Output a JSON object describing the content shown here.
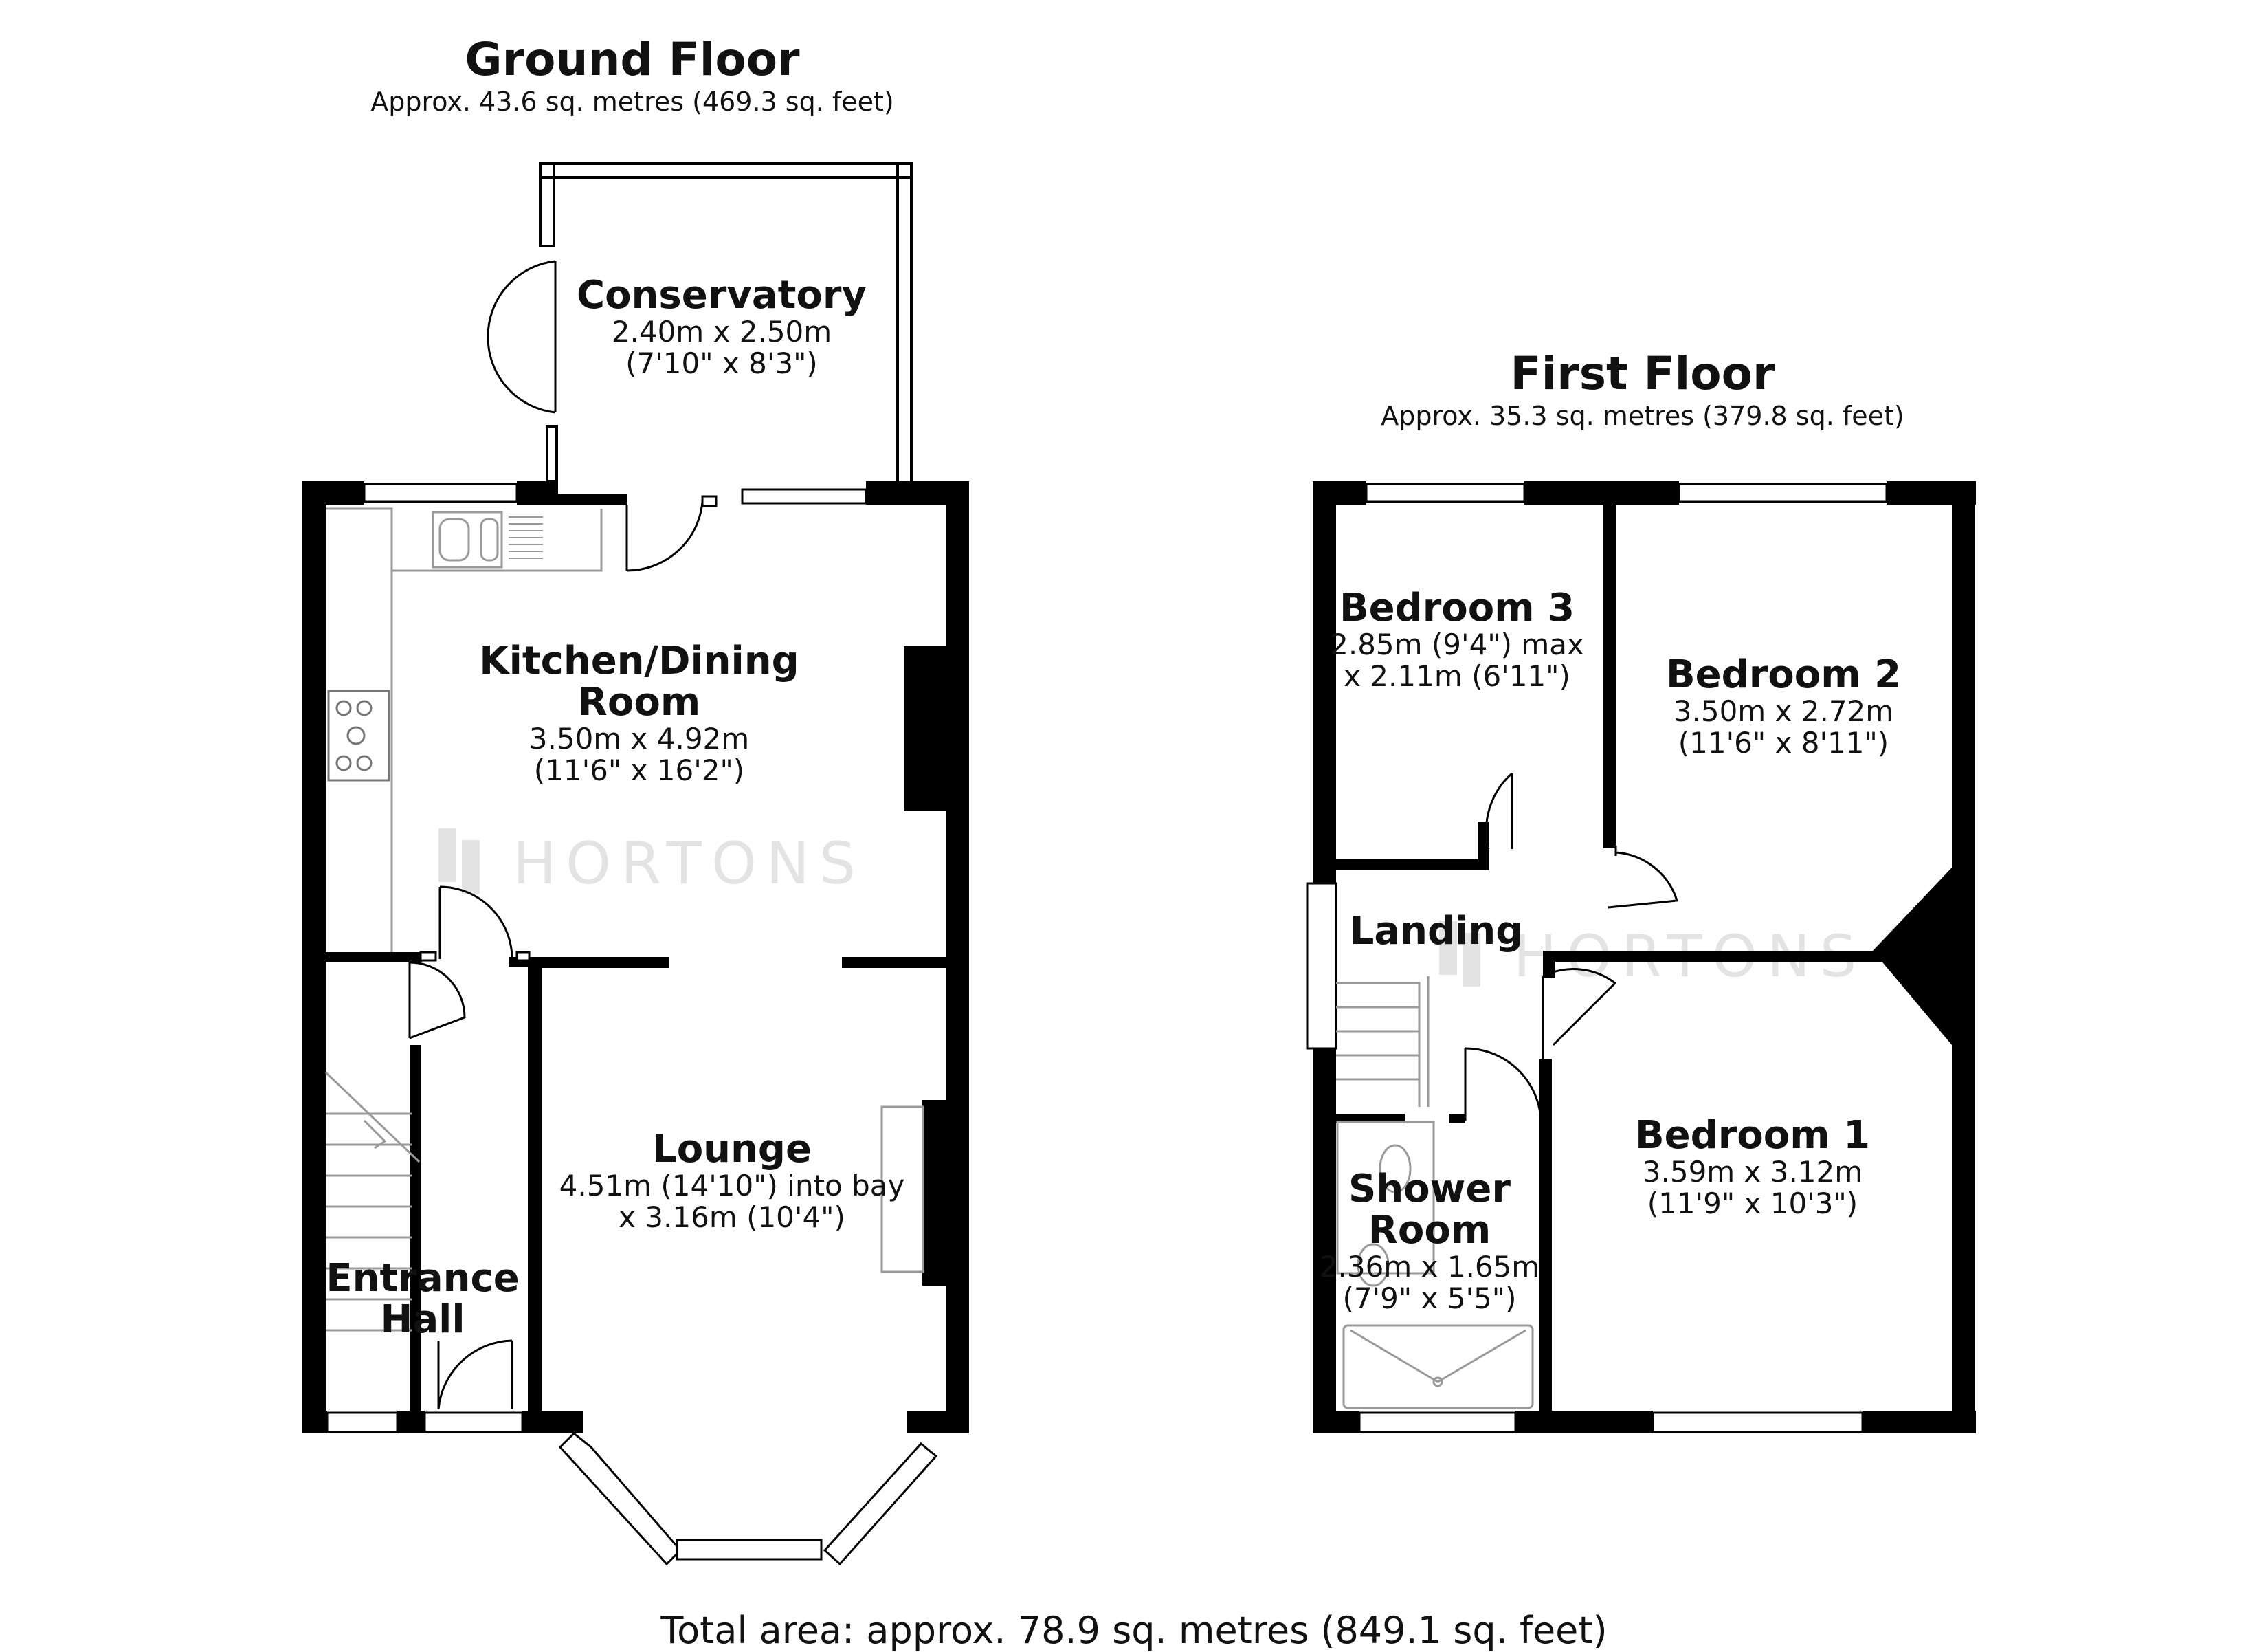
{
  "ground_floor": {
    "title": "Ground Floor",
    "area": "Approx. 43.6 sq. metres (469.3 sq. feet)",
    "rooms": {
      "conservatory": {
        "name": "Conservatory",
        "dim1": "2.40m x 2.50m",
        "dim2": "(7'10\" x 8'3\")"
      },
      "kitchen": {
        "name1": "Kitchen/Dining",
        "name2": "Room",
        "dim1": "3.50m x 4.92m",
        "dim2": "(11'6\" x 16'2\")"
      },
      "lounge": {
        "name": "Lounge",
        "dim1": "4.51m (14'10\") into bay",
        "dim2": "x 3.16m (10'4\")"
      },
      "entrance": {
        "name1": "Entrance",
        "name2": "Hall"
      }
    }
  },
  "first_floor": {
    "title": "First Floor",
    "area": "Approx. 35.3 sq. metres (379.8 sq. feet)",
    "rooms": {
      "bedroom3": {
        "name": "Bedroom 3",
        "dim1": "2.85m (9'4\") max",
        "dim2": "x 2.11m (6'11\")"
      },
      "bedroom2": {
        "name": "Bedroom 2",
        "dim1": "3.50m x 2.72m",
        "dim2": "(11'6\" x 8'11\")"
      },
      "landing": {
        "name": "Landing"
      },
      "shower": {
        "name1": "Shower",
        "name2": "Room",
        "dim1": "2.36m x 1.65m",
        "dim2": "(7'9\" x 5'5\")"
      },
      "bedroom1": {
        "name": "Bedroom 1",
        "dim1": "3.59m x 3.12m",
        "dim2": "(11'9\" x 10'3\")"
      }
    }
  },
  "watermark": "HORTONS",
  "total_area": "Total area: approx. 78.9 sq. metres (849.1 sq. feet)",
  "colors": {
    "wall": "#000000",
    "fixture": "#9a9a9a",
    "watermark": "#e3e3e3"
  }
}
